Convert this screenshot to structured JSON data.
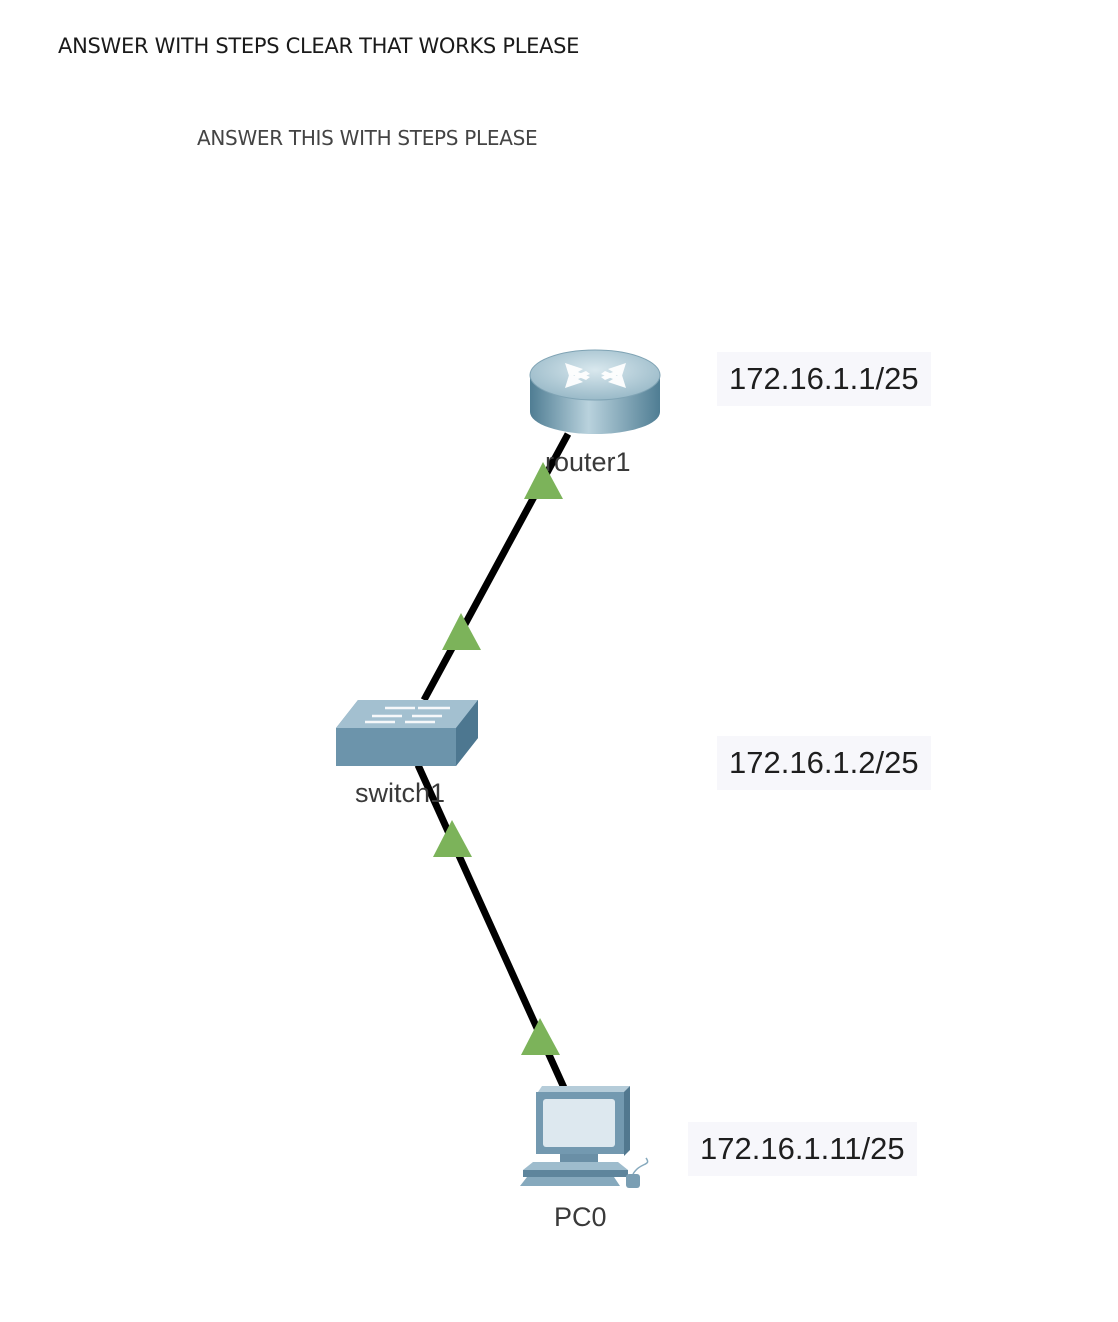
{
  "header": {
    "title": "ANSWER WITH STEPS CLEAR THAT WORKS PLEASE",
    "subtitle": "ANSWER THIS WITH STEPS PLEASE"
  },
  "topology": {
    "devices": [
      {
        "id": "router1",
        "label": "router1",
        "type": "router",
        "ip": "172.16.1.1/25"
      },
      {
        "id": "switch1",
        "label": "switch1",
        "type": "switch",
        "ip": "172.16.1.2/25"
      },
      {
        "id": "pc0",
        "label": "PC0",
        "type": "pc",
        "ip": "172.16.1.11/25"
      }
    ],
    "links": [
      {
        "from": "router1",
        "to": "switch1",
        "status": "up"
      },
      {
        "from": "switch1",
        "to": "pc0",
        "status": "up"
      }
    ],
    "colors": {
      "link": "#000000",
      "link_up_indicator": "#7cb35a",
      "device_body": "#6f93ab",
      "device_top": "#9bb8ca"
    }
  }
}
